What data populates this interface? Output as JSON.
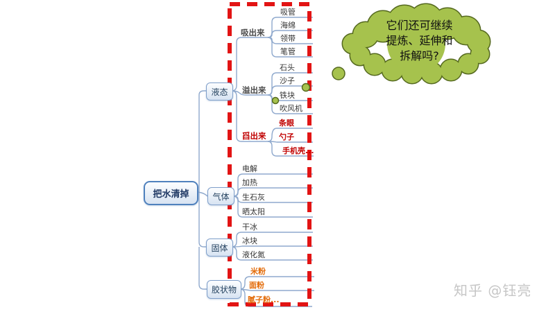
{
  "root": {
    "label": "把水清掉"
  },
  "branches": [
    {
      "label": "液态",
      "children": [
        {
          "label": "吸出来",
          "items": [
            "吸管",
            "海绵",
            "领带",
            "笔管"
          ]
        },
        {
          "label": "溢出来",
          "items": [
            "石头",
            "沙子",
            "铁块",
            "吹风机"
          ]
        },
        {
          "label": "舀出来",
          "items": [
            "条眼",
            "勺子",
            "手机壳..."
          ]
        }
      ]
    },
    {
      "label": "气体",
      "items": [
        "电解",
        "加热",
        "生石灰",
        "晒太阳"
      ]
    },
    {
      "label": "固体",
      "items": [
        "干冰",
        "冰块",
        "液化氮"
      ]
    },
    {
      "label": "胶状物",
      "items": [
        "米粉",
        "面粉",
        "腻子粉..."
      ]
    }
  ],
  "thought_bubble": {
    "lines": [
      "它们还可继续",
      "提炼、延伸和",
      "拆解吗?"
    ]
  },
  "watermark": {
    "text": "知乎 @钰亮"
  },
  "colors": {
    "highlight_red_text": "#c00000",
    "highlight_orange_text": "#e36c0a",
    "dashed_border": "#e21414",
    "cloud_fill": "#a6c24d",
    "cloud_stroke": "#55691f",
    "node_border": "#4f81bd",
    "connector_line": "#8fa9cd"
  }
}
